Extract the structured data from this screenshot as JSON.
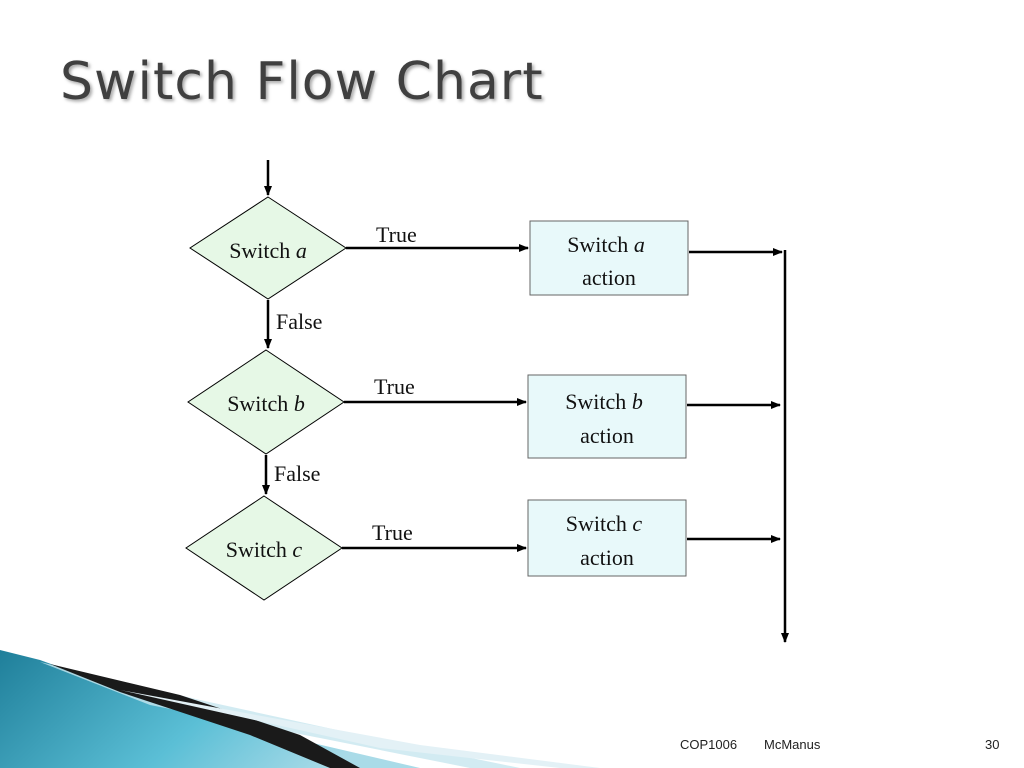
{
  "slide": {
    "title": "Switch Flow Chart",
    "footer": {
      "course": "COP1006",
      "author": "McManus",
      "page_number": "30"
    }
  },
  "diagram": {
    "colors": {
      "decision_fill": "#e6f8e6",
      "action_fill": "#e8f9fa",
      "stroke": "#000000",
      "accent_teal": "#2f9fb8"
    },
    "decisions": [
      {
        "id": "a",
        "prefix": "Switch ",
        "var": "a"
      },
      {
        "id": "b",
        "prefix": "Switch ",
        "var": "b"
      },
      {
        "id": "c",
        "prefix": "Switch ",
        "var": "c"
      }
    ],
    "actions": [
      {
        "id": "a",
        "prefix": "Switch ",
        "var": "a",
        "line2": "action"
      },
      {
        "id": "b",
        "prefix": "Switch ",
        "var": "b",
        "line2": "action"
      },
      {
        "id": "c",
        "prefix": "Switch ",
        "var": "c",
        "line2": "action"
      }
    ],
    "edge_labels": {
      "true_a": "True",
      "true_b": "True",
      "true_c": "True",
      "false_a": "False",
      "false_b": "False"
    }
  }
}
